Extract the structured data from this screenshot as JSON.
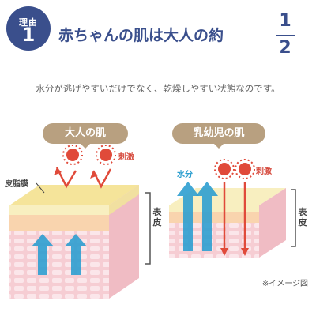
{
  "badge": {
    "line1": "理由",
    "line2": "1"
  },
  "headline": {
    "text": "赤ちゃんの肌は大人の約",
    "frac_num": "1",
    "frac_den": "2"
  },
  "subtitle": "水分が逃げやすいだけでなく、乾燥しやすい状態なのです。",
  "adult": {
    "title": "大人の肌",
    "irritant_label": "刺激",
    "sebum_label": "皮脂膜",
    "epidermis_label": "表皮"
  },
  "infant": {
    "title": "乳幼児の肌",
    "water_label": "水分",
    "irritant_label": "刺激",
    "epidermis_label": "表皮"
  },
  "footnote": "※イメージ図",
  "colors": {
    "navy": "#3a4f8c",
    "pill": "#b8a080",
    "irritant_red": "#e04a3a",
    "arrow_blue": "#2d9fd0",
    "skin_pink": "#f6cdd3",
    "sebum_yellow": "#f5e49a"
  },
  "icons": {
    "irritant": "starburst-icon",
    "water": "up-arrow-icon"
  }
}
